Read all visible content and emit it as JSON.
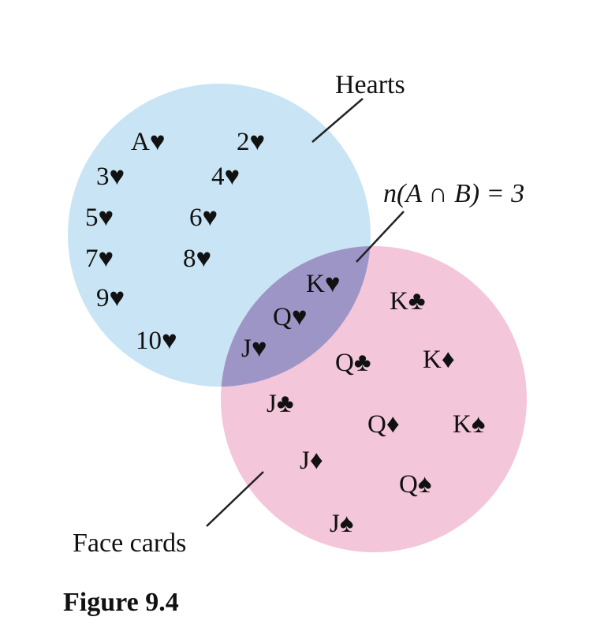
{
  "labels": {
    "hearts": "Hearts",
    "face_cards": "Face cards",
    "intersection": "n(A ∩ B) = 3",
    "figure": "Figure 9.4"
  },
  "colors": {
    "hearts_circle": "#c9e4f4",
    "face_circle": "#f3c6da",
    "overlap": "#9d95c6",
    "text": "#111111"
  },
  "hearts_only": [
    "A♥",
    "2♥",
    "3♥",
    "4♥",
    "5♥",
    "6♥",
    "7♥",
    "8♥",
    "9♥",
    "10♥"
  ],
  "intersection": [
    "K♥",
    "Q♥",
    "J♥"
  ],
  "face_only": [
    "K♣",
    "Q♣",
    "K♦",
    "J♣",
    "Q♦",
    "K♠",
    "J♦",
    "Q♠",
    "J♠"
  ]
}
